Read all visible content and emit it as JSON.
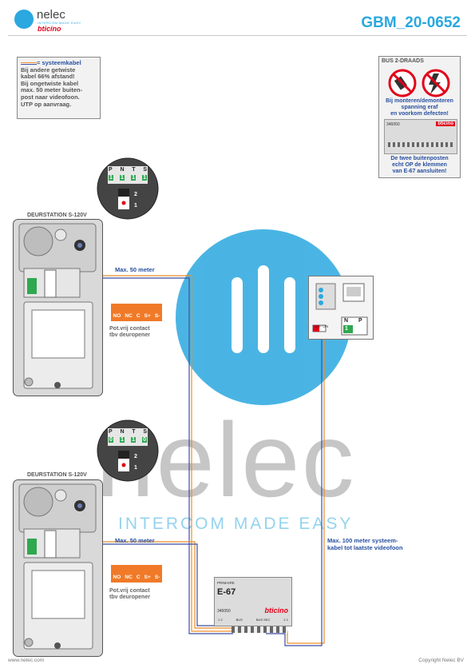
{
  "header": {
    "logo_name": "nelec",
    "logo_tagline": "INTERCOM MADE EASY",
    "logo_brand": "bticino",
    "doc_code": "GBM_20-0652"
  },
  "note": {
    "legend": "= systeemkabel",
    "lines": [
      "Bij andere getwiste",
      "kabel 66% afstand!",
      "Bij ongetwiste kabel",
      "max. 50 meter buiten-",
      "post naar videofoon.",
      "UTP op aanvraag."
    ]
  },
  "bus_box": {
    "title": "BUS 2-DRAADS",
    "warning": [
      "Bij monteren/demonteren",
      "spanning eraf",
      "en voorkom defecten!"
    ],
    "module_code": "346050",
    "brand": "bticino",
    "footer": [
      "De twee buitenposten",
      "echt OP de klemmen",
      "van E-67 aansluiten!"
    ]
  },
  "station_top": {
    "label": "DEURSTATION S-120V",
    "switch": {
      "headers": [
        "P",
        "N",
        "T",
        "S"
      ],
      "values": [
        "1",
        "1",
        "1",
        "1"
      ]
    },
    "jumper": [
      "2",
      "1"
    ],
    "contact_terminals": [
      "NO",
      "NC",
      "C",
      "S+",
      "S-"
    ],
    "contact_caption": [
      "Pot.vrij contact",
      "tbv deuropener"
    ],
    "distance": "Max. 50 meter"
  },
  "station_bottom": {
    "label": "DEURSTATION S-120V",
    "switch": {
      "headers": [
        "P",
        "N",
        "T",
        "S"
      ],
      "values": [
        "0",
        "1",
        "1",
        "0"
      ]
    },
    "jumper": [
      "2",
      "1"
    ],
    "contact_terminals": [
      "NO",
      "NC",
      "C",
      "S+",
      "S-"
    ],
    "contact_caption": [
      "Pot.vrij contact",
      "tbv deuropener"
    ],
    "distance": "Max. 50 meter"
  },
  "videophone": {
    "switch_label": "OFF ON",
    "headers": [
      "N",
      "P"
    ],
    "value": "1"
  },
  "power_unit": {
    "primary": "PRIMAIRE",
    "model": "E-67",
    "code": "346050",
    "brand": "bticino",
    "terminals": [
      "1  2",
      "BUS",
      "BUS  SEC",
      "2  1"
    ]
  },
  "distance_long": [
    "Max. 100 meter systeem-",
    "kabel tot laatste videofoon"
  ],
  "watermark": {
    "word": "nelec",
    "sub": "INTERCOM MADE EASY"
  },
  "footer": {
    "left": "www.nelec.com",
    "right": "Copyright Nelec BV"
  },
  "colors": {
    "accent": "#2aa8df",
    "wire_orange": "#f08c28",
    "wire_blue": "#3a4fa3",
    "contact_orange": "#f07a28",
    "dip_green": "#2fa84f"
  }
}
